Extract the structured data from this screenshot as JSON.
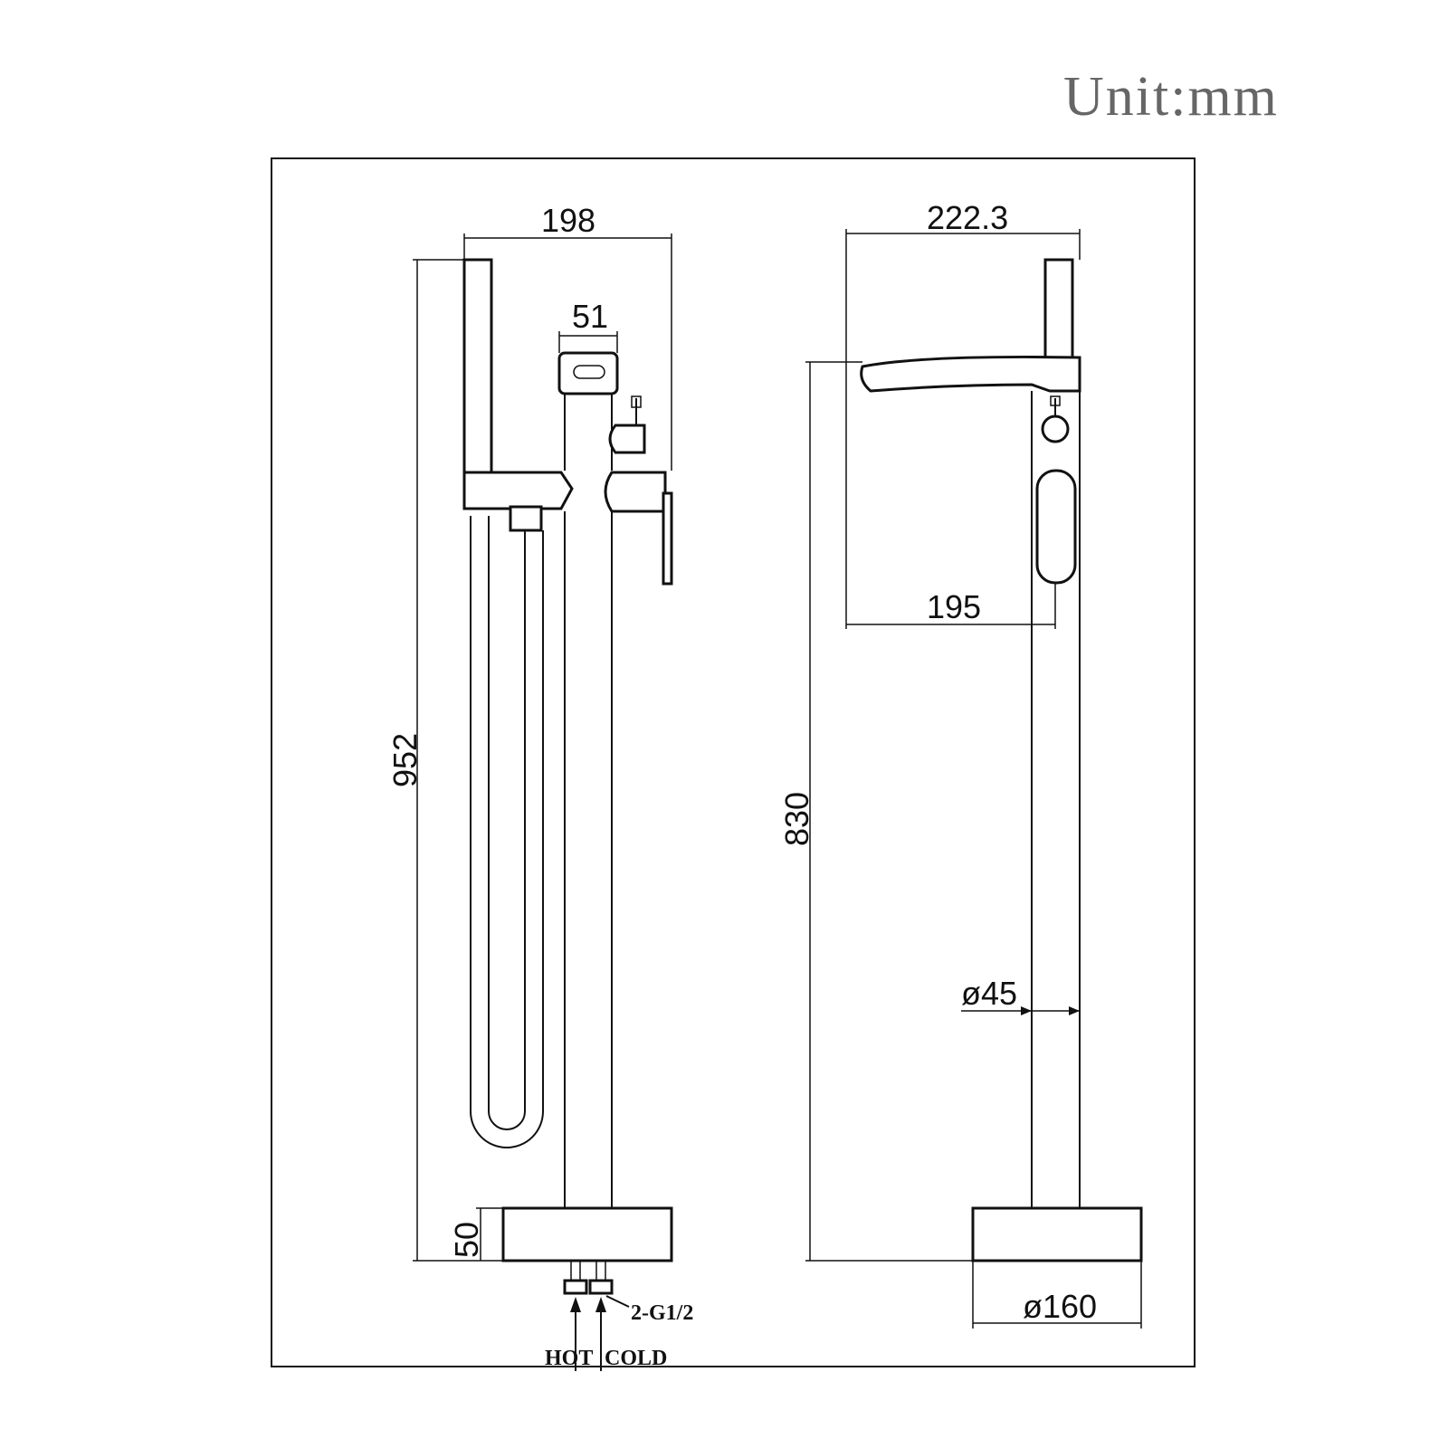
{
  "unit_label": "Unit:mm",
  "front_view": {
    "width_total": "198",
    "diverter_width": "51",
    "height_total": "952",
    "base_height": "50",
    "connection_label": "2-G1/2",
    "hot_label": "HOT",
    "cold_label": "COLD"
  },
  "side_view": {
    "reach_total": "222.3",
    "spout_reach": "195",
    "spout_height": "830",
    "column_diameter": "ø45",
    "base_diameter": "ø160"
  }
}
